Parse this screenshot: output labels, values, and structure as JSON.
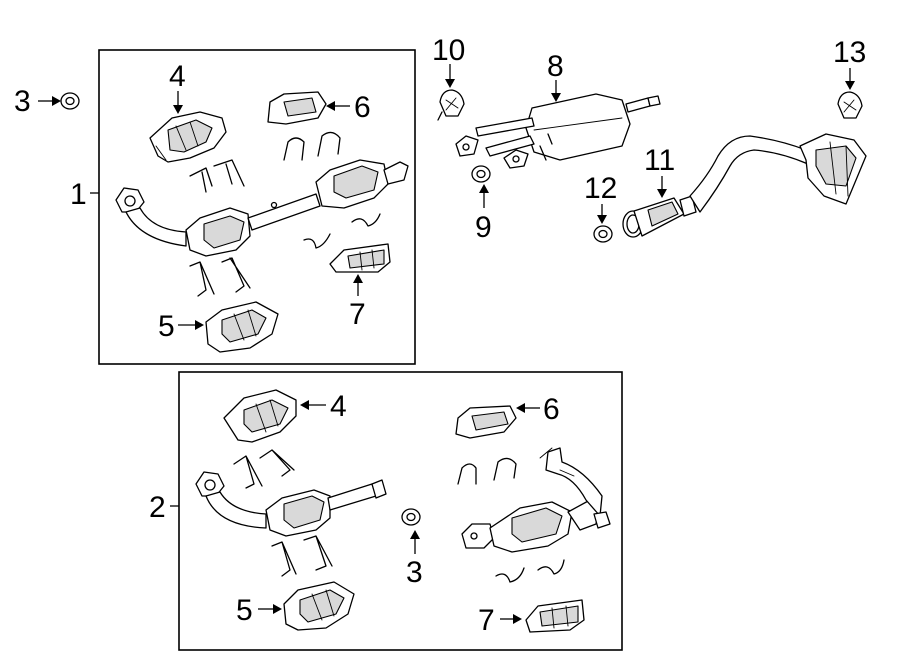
{
  "callouts": {
    "c1": "1",
    "c2": "2",
    "c3a": "3",
    "c3b": "3",
    "c4a": "4",
    "c4b": "4",
    "c5a": "5",
    "c5b": "5",
    "c6a": "6",
    "c6b": "6",
    "c7a": "7",
    "c7b": "7",
    "c8": "8",
    "c9": "9",
    "c10": "10",
    "c11": "11",
    "c12": "12",
    "c13": "13"
  }
}
